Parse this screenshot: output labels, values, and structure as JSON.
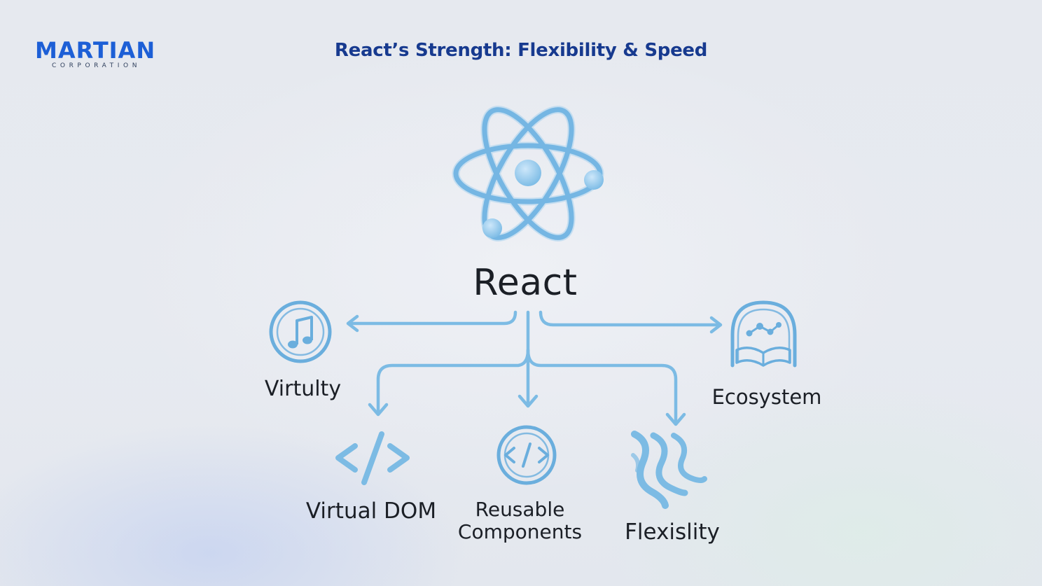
{
  "brand": {
    "name": "MARTIAN",
    "subtitle": "CORPORATION"
  },
  "title": "React’s Strength: Flexibility & Speed",
  "diagram": {
    "center": {
      "label": "React",
      "icon": "react-atom-icon"
    },
    "nodes": [
      {
        "id": "virtulty",
        "label": "Virtulty",
        "icon": "music-note-icon"
      },
      {
        "id": "ecosystem",
        "label": "Ecosystem",
        "icon": "book-network-icon"
      },
      {
        "id": "virtual_dom",
        "label": "Virtual DOM",
        "icon": "code-brackets-icon"
      },
      {
        "id": "reusable",
        "label_line1": "Reusable",
        "label_line2": "Components",
        "icon": "code-circle-icon"
      },
      {
        "id": "flexislity",
        "label": "Flexislity",
        "icon": "waves-icon"
      }
    ]
  },
  "colors": {
    "brand": "#1d5fd6",
    "title": "#173a8f",
    "icon_stroke": "#6aaedd",
    "icon_fill": "#a9d4f2",
    "text": "#1b1f26"
  }
}
